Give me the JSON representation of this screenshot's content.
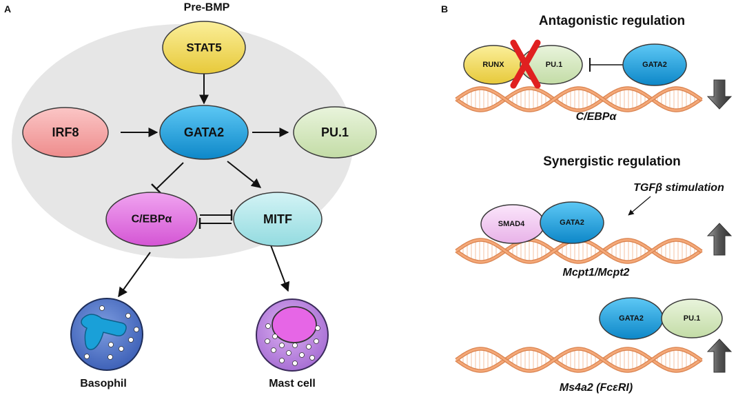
{
  "panel_a": {
    "label": "A",
    "region_label": "Pre-BMP",
    "nodes": {
      "stat5": "STAT5",
      "irf8": "IRF8",
      "gata2": "GATA2",
      "pu1": "PU.1",
      "cebpa": "C/EBPα",
      "mitf": "MITF"
    },
    "cells": {
      "basophil": "Basophil",
      "mast_cell": "Mast cell"
    }
  },
  "panel_b": {
    "label": "B",
    "antagonistic": {
      "title": "Antagonistic regulation",
      "runx": "RUNX",
      "pu1": "PU.1",
      "gata2": "GATA2",
      "gene": "C/EBPα"
    },
    "synergistic": {
      "title": "Synergistic regulation",
      "smad4": "SMAD4",
      "gata2": "GATA2",
      "stimulation": "TGFβ stimulation",
      "gene": "Mcpt1/Mcpt2"
    },
    "third": {
      "gata2": "GATA2",
      "pu1": "PU.1",
      "gene": "Ms4a2 (FcεRI)"
    }
  },
  "colors": {
    "stat5": "#f2dc5d",
    "irf8": "#f4a0a0",
    "gata2": "#1aa3e0",
    "pu1": "#d5e8c0",
    "cebpa": "#e070e0",
    "mitf": "#b0e8ec",
    "smad4": "#f2c8f2",
    "background_ellipse": "#e6e6e6",
    "dna": "#f2a070",
    "cross": "#e02020",
    "basophil": "#5a7fd0",
    "mast_cell": "#c890e8"
  }
}
